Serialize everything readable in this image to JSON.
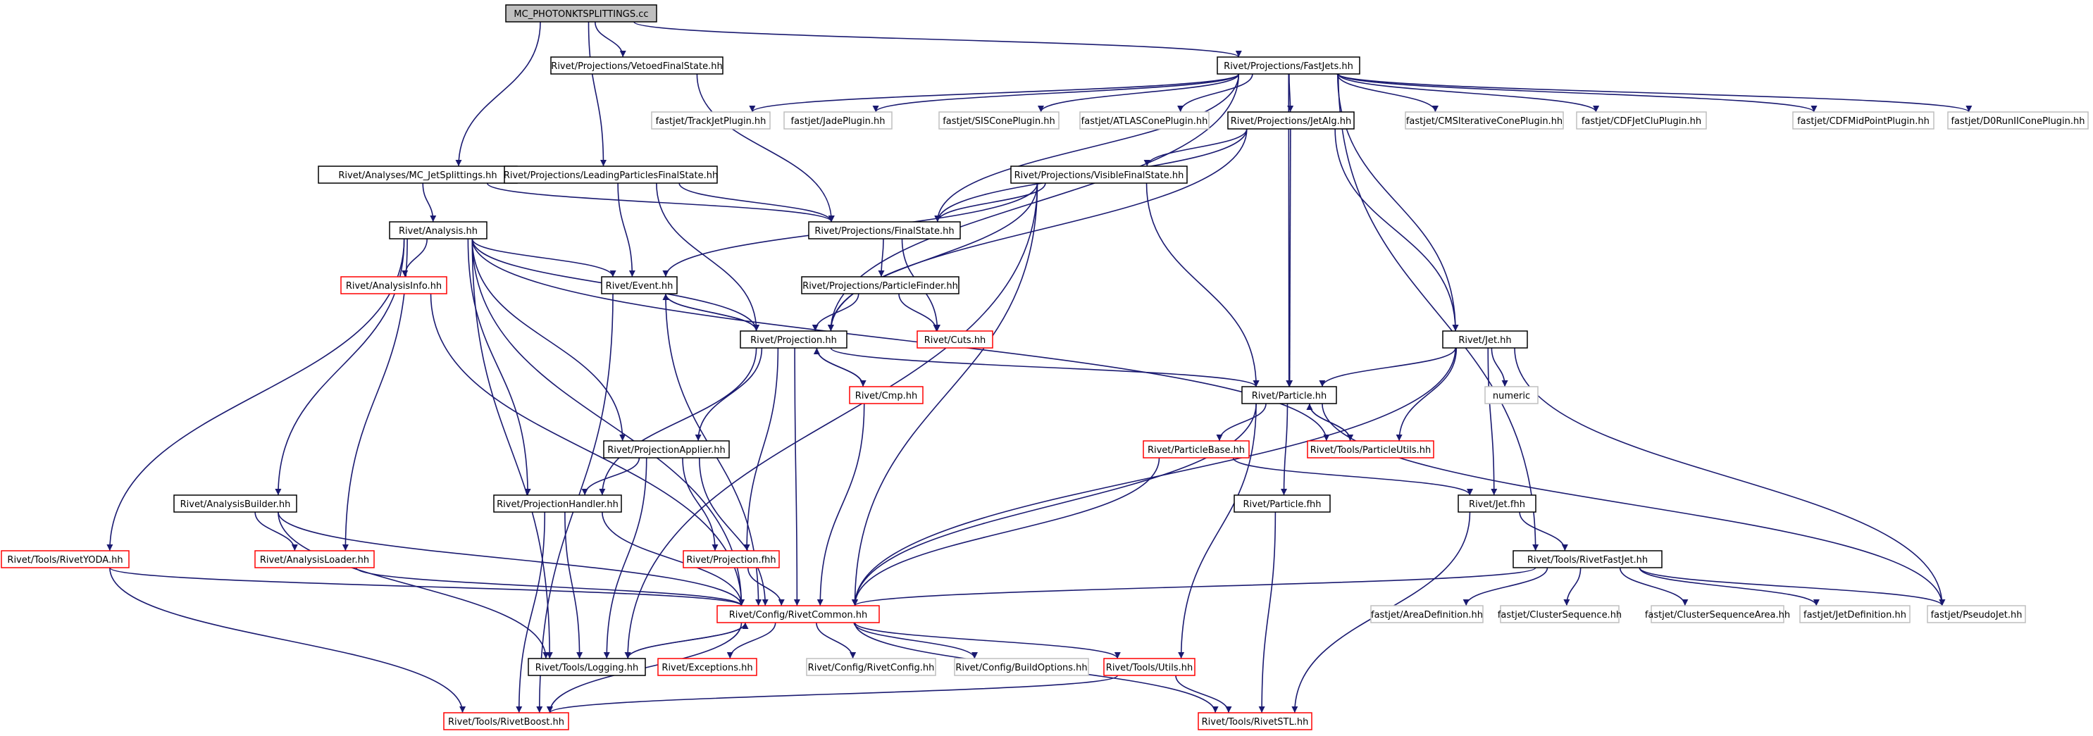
{
  "colors": {
    "edge": "#191970",
    "root_fill": "#bfbfbf",
    "normal_border": "#000000",
    "red_border": "#ff0000",
    "grey_border": "#bfbfbf",
    "node_text": "#000000",
    "grey_text": "#555555"
  },
  "nodes": [
    {
      "id": "n0",
      "label": "MC_PHOTONKTSPLITTINGS.cc",
      "style": "root"
    },
    {
      "id": "n1",
      "label": "Rivet/Projections/VetoedFinalState.hh",
      "style": "normal"
    },
    {
      "id": "n2",
      "label": "Rivet/Projections/FastJets.hh",
      "style": "normal"
    },
    {
      "id": "n3",
      "label": "Rivet/Analyses/MC_JetSplittings.hh",
      "style": "normal"
    },
    {
      "id": "n4",
      "label": "Rivet/Projections/LeadingParticlesFinalState.hh",
      "style": "normal"
    },
    {
      "id": "n5",
      "label": "fastjet/TrackJetPlugin.hh",
      "style": "grey"
    },
    {
      "id": "n6",
      "label": "fastjet/JadePlugin.hh",
      "style": "grey"
    },
    {
      "id": "n7",
      "label": "fastjet/SISConePlugin.hh",
      "style": "grey"
    },
    {
      "id": "n8",
      "label": "fastjet/ATLASConePlugin.hh",
      "style": "grey"
    },
    {
      "id": "n9",
      "label": "Rivet/Projections/JetAlg.hh",
      "style": "normal"
    },
    {
      "id": "n10",
      "label": "fastjet/CMSIterativeConePlugin.hh",
      "style": "grey"
    },
    {
      "id": "n11",
      "label": "fastjet/CDFJetCluPlugin.hh",
      "style": "grey"
    },
    {
      "id": "n12",
      "label": "fastjet/CDFMidPointPlugin.hh",
      "style": "grey"
    },
    {
      "id": "n13",
      "label": "fastjet/D0RunIIConePlugin.hh",
      "style": "grey"
    },
    {
      "id": "n14",
      "label": "Rivet/Projections/VisibleFinalState.hh",
      "style": "normal"
    },
    {
      "id": "n15",
      "label": "Rivet/Analysis.hh",
      "style": "normal"
    },
    {
      "id": "n16",
      "label": "Rivet/Projections/FinalState.hh",
      "style": "normal"
    },
    {
      "id": "n17",
      "label": "Rivet/AnalysisInfo.hh",
      "style": "red"
    },
    {
      "id": "n18",
      "label": "Rivet/Event.hh",
      "style": "normal"
    },
    {
      "id": "n19",
      "label": "Rivet/Projections/ParticleFinder.hh",
      "style": "normal"
    },
    {
      "id": "n20",
      "label": "Rivet/Cuts.hh",
      "style": "red"
    },
    {
      "id": "n21",
      "label": "Rivet/Projection.hh",
      "style": "normal"
    },
    {
      "id": "n22",
      "label": "Rivet/Jet.hh",
      "style": "normal"
    },
    {
      "id": "n23",
      "label": "Rivet/Cmp.hh",
      "style": "red"
    },
    {
      "id": "n24",
      "label": "Rivet/Particle.hh",
      "style": "normal"
    },
    {
      "id": "n25",
      "label": "numeric",
      "style": "grey"
    },
    {
      "id": "n26",
      "label": "Rivet/ProjectionApplier.hh",
      "style": "normal"
    },
    {
      "id": "n27",
      "label": "Rivet/ParticleBase.hh",
      "style": "red"
    },
    {
      "id": "n28",
      "label": "Rivet/Tools/ParticleUtils.hh",
      "style": "red"
    },
    {
      "id": "n29",
      "label": "Rivet/AnalysisBuilder.hh",
      "style": "normal"
    },
    {
      "id": "n30",
      "label": "Rivet/ProjectionHandler.hh",
      "style": "normal"
    },
    {
      "id": "n31",
      "label": "Rivet/Particle.fhh",
      "style": "normal"
    },
    {
      "id": "n32",
      "label": "Rivet/Jet.fhh",
      "style": "normal"
    },
    {
      "id": "n33",
      "label": "Rivet/Tools/RivetYODA.hh",
      "style": "red"
    },
    {
      "id": "n34",
      "label": "Rivet/AnalysisLoader.hh",
      "style": "red"
    },
    {
      "id": "n35",
      "label": "Rivet/Projection.fhh",
      "style": "red"
    },
    {
      "id": "n36",
      "label": "Rivet/Tools/RivetFastJet.hh",
      "style": "normal"
    },
    {
      "id": "n37",
      "label": "Rivet/Config/RivetCommon.hh",
      "style": "red"
    },
    {
      "id": "n38",
      "label": "fastjet/AreaDefinition.hh",
      "style": "grey"
    },
    {
      "id": "n39",
      "label": "fastjet/ClusterSequence.hh",
      "style": "grey"
    },
    {
      "id": "n40",
      "label": "fastjet/ClusterSequenceArea.hh",
      "style": "grey"
    },
    {
      "id": "n41",
      "label": "fastjet/JetDefinition.hh",
      "style": "grey"
    },
    {
      "id": "n42",
      "label": "fastjet/PseudoJet.hh",
      "style": "grey"
    },
    {
      "id": "n43",
      "label": "Rivet/Tools/Logging.hh",
      "style": "normal"
    },
    {
      "id": "n44",
      "label": "Rivet/Exceptions.hh",
      "style": "red"
    },
    {
      "id": "n45",
      "label": "Rivet/Config/RivetConfig.hh",
      "style": "grey"
    },
    {
      "id": "n46",
      "label": "Rivet/Config/BuildOptions.hh",
      "style": "grey"
    },
    {
      "id": "n47",
      "label": "Rivet/Tools/Utils.hh",
      "style": "red"
    },
    {
      "id": "n48",
      "label": "Rivet/Tools/RivetBoost.hh",
      "style": "red"
    },
    {
      "id": "n49",
      "label": "Rivet/Tools/RivetSTL.hh",
      "style": "red"
    }
  ],
  "edges": [
    [
      "n0",
      "n1"
    ],
    [
      "n0",
      "n2"
    ],
    [
      "n0",
      "n3"
    ],
    [
      "n0",
      "n4"
    ],
    [
      "n1",
      "n16"
    ],
    [
      "n2",
      "n5"
    ],
    [
      "n2",
      "n6"
    ],
    [
      "n2",
      "n7"
    ],
    [
      "n2",
      "n8"
    ],
    [
      "n2",
      "n9"
    ],
    [
      "n2",
      "n10"
    ],
    [
      "n2",
      "n11"
    ],
    [
      "n2",
      "n12"
    ],
    [
      "n2",
      "n13"
    ],
    [
      "n2",
      "n16"
    ],
    [
      "n2",
      "n21"
    ],
    [
      "n2",
      "n24"
    ],
    [
      "n2",
      "n22"
    ],
    [
      "n2",
      "n36"
    ],
    [
      "n3",
      "n15"
    ],
    [
      "n3",
      "n16"
    ],
    [
      "n4",
      "n16"
    ],
    [
      "n4",
      "n18"
    ],
    [
      "n4",
      "n21"
    ],
    [
      "n9",
      "n14"
    ],
    [
      "n9",
      "n16"
    ],
    [
      "n9",
      "n21"
    ],
    [
      "n9",
      "n22"
    ],
    [
      "n9",
      "n24"
    ],
    [
      "n14",
      "n16"
    ],
    [
      "n14",
      "n18"
    ],
    [
      "n14",
      "n21"
    ],
    [
      "n14",
      "n24"
    ],
    [
      "n14",
      "n37"
    ],
    [
      "n14",
      "n43"
    ],
    [
      "n15",
      "n17"
    ],
    [
      "n15",
      "n18"
    ],
    [
      "n15",
      "n21"
    ],
    [
      "n15",
      "n26"
    ],
    [
      "n15",
      "n28"
    ],
    [
      "n15",
      "n29"
    ],
    [
      "n15",
      "n30"
    ],
    [
      "n15",
      "n33"
    ],
    [
      "n15",
      "n34"
    ],
    [
      "n15",
      "n37"
    ],
    [
      "n15",
      "n43"
    ],
    [
      "n16",
      "n19"
    ],
    [
      "n16",
      "n20"
    ],
    [
      "n17",
      "n37"
    ],
    [
      "n18",
      "n21"
    ],
    [
      "n18",
      "n37"
    ],
    [
      "n18",
      "n48"
    ],
    [
      "n19",
      "n20"
    ],
    [
      "n19",
      "n21"
    ],
    [
      "n21",
      "n18"
    ],
    [
      "n21",
      "n23"
    ],
    [
      "n21",
      "n24"
    ],
    [
      "n21",
      "n26"
    ],
    [
      "n21",
      "n30"
    ],
    [
      "n21",
      "n35"
    ],
    [
      "n21",
      "n37"
    ],
    [
      "n22",
      "n24"
    ],
    [
      "n22",
      "n25"
    ],
    [
      "n22",
      "n28"
    ],
    [
      "n22",
      "n32"
    ],
    [
      "n22",
      "n37"
    ],
    [
      "n22",
      "n42"
    ],
    [
      "n23",
      "n21"
    ],
    [
      "n23",
      "n37"
    ],
    [
      "n24",
      "n27"
    ],
    [
      "n24",
      "n28"
    ],
    [
      "n24",
      "n31"
    ],
    [
      "n24",
      "n37"
    ],
    [
      "n24",
      "n47"
    ],
    [
      "n24",
      "n42"
    ],
    [
      "n26",
      "n30"
    ],
    [
      "n26",
      "n35"
    ],
    [
      "n26",
      "n37"
    ],
    [
      "n26",
      "n43"
    ],
    [
      "n27",
      "n32"
    ],
    [
      "n27",
      "n37"
    ],
    [
      "n28",
      "n24"
    ],
    [
      "n29",
      "n34"
    ],
    [
      "n29",
      "n37"
    ],
    [
      "n29",
      "n43"
    ],
    [
      "n30",
      "n37"
    ],
    [
      "n30",
      "n43"
    ],
    [
      "n30",
      "n48"
    ],
    [
      "n31",
      "n49"
    ],
    [
      "n32",
      "n36"
    ],
    [
      "n32",
      "n49"
    ],
    [
      "n33",
      "n37"
    ],
    [
      "n33",
      "n48"
    ],
    [
      "n34",
      "n37"
    ],
    [
      "n35",
      "n37"
    ],
    [
      "n36",
      "n37"
    ],
    [
      "n36",
      "n38"
    ],
    [
      "n36",
      "n39"
    ],
    [
      "n36",
      "n40"
    ],
    [
      "n36",
      "n41"
    ],
    [
      "n36",
      "n42"
    ],
    [
      "n37",
      "n43"
    ],
    [
      "n37",
      "n44"
    ],
    [
      "n37",
      "n45"
    ],
    [
      "n37",
      "n46"
    ],
    [
      "n37",
      "n47"
    ],
    [
      "n37",
      "n48"
    ],
    [
      "n37",
      "n49"
    ],
    [
      "n43",
      "n37"
    ],
    [
      "n47",
      "n48"
    ],
    [
      "n47",
      "n49"
    ]
  ]
}
